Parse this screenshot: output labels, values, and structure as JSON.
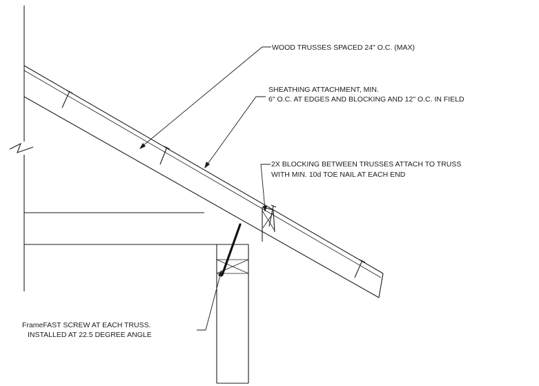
{
  "notes": {
    "trusses": "WOOD TRUSSES SPACED 24\" O.C. (MAX)",
    "sheathing_line1": "SHEATHING ATTACHMENT, MIN.",
    "sheathing_line2": "6\" O.C. AT EDGES AND BLOCKING AND 12\" O.C. IN FIELD",
    "blocking_line1": "2X BLOCKING BETWEEN TRUSSES ATTACH TO TRUSS",
    "blocking_line2": "WITH MIN. 10d TOE NAIL AT EACH END",
    "screw_line1": "FrameFAST  SCREW AT EACH TRUSS.",
    "screw_line2": "INSTALLED AT 22.5 DEGREE ANGLE"
  }
}
